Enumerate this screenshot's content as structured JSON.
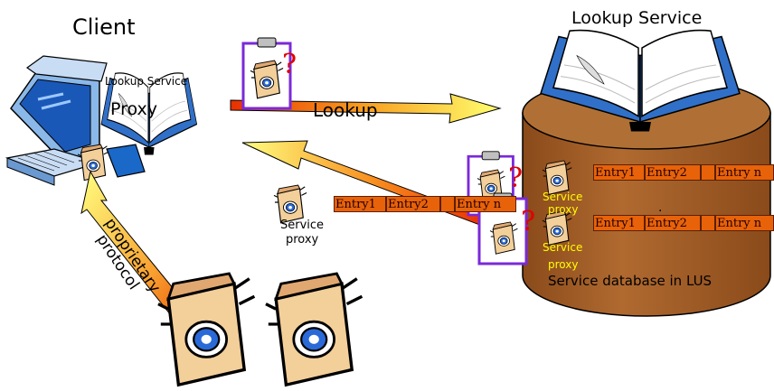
{
  "title": {
    "client": "Client",
    "lookup_service": "Lookup Service"
  },
  "book_on_client": {
    "title": "Lookup Service",
    "proxy": "Proxy"
  },
  "arrows": {
    "lookup": "Lookup",
    "protocol_line1": "proprietary",
    "protocol_line2": "protocol"
  },
  "service_proxy": {
    "line1": "Service",
    "line2": "proxy"
  },
  "entries_middle": [
    "Entry1",
    "Entry2",
    "",
    "Entry n"
  ],
  "entries_db_row1": [
    "Entry1",
    "Entry2",
    "",
    "Entry n"
  ],
  "entries_db_row2": [
    "Entry1",
    "Entry2",
    "",
    "Entry n"
  ],
  "db": {
    "label": "Service database in LUS",
    "row1_service": "Service",
    "row1_proxy": "proxy",
    "row2_service": "Service",
    "row2_proxy": "proxy",
    "dot": "."
  },
  "question_mark": "?",
  "colors": {
    "cylinder": "#a0602a",
    "entry": "#e8620a",
    "clipboard_border": "#7a2ad8",
    "arrow_start": "#e03000",
    "arrow_end": "#ffff60"
  }
}
